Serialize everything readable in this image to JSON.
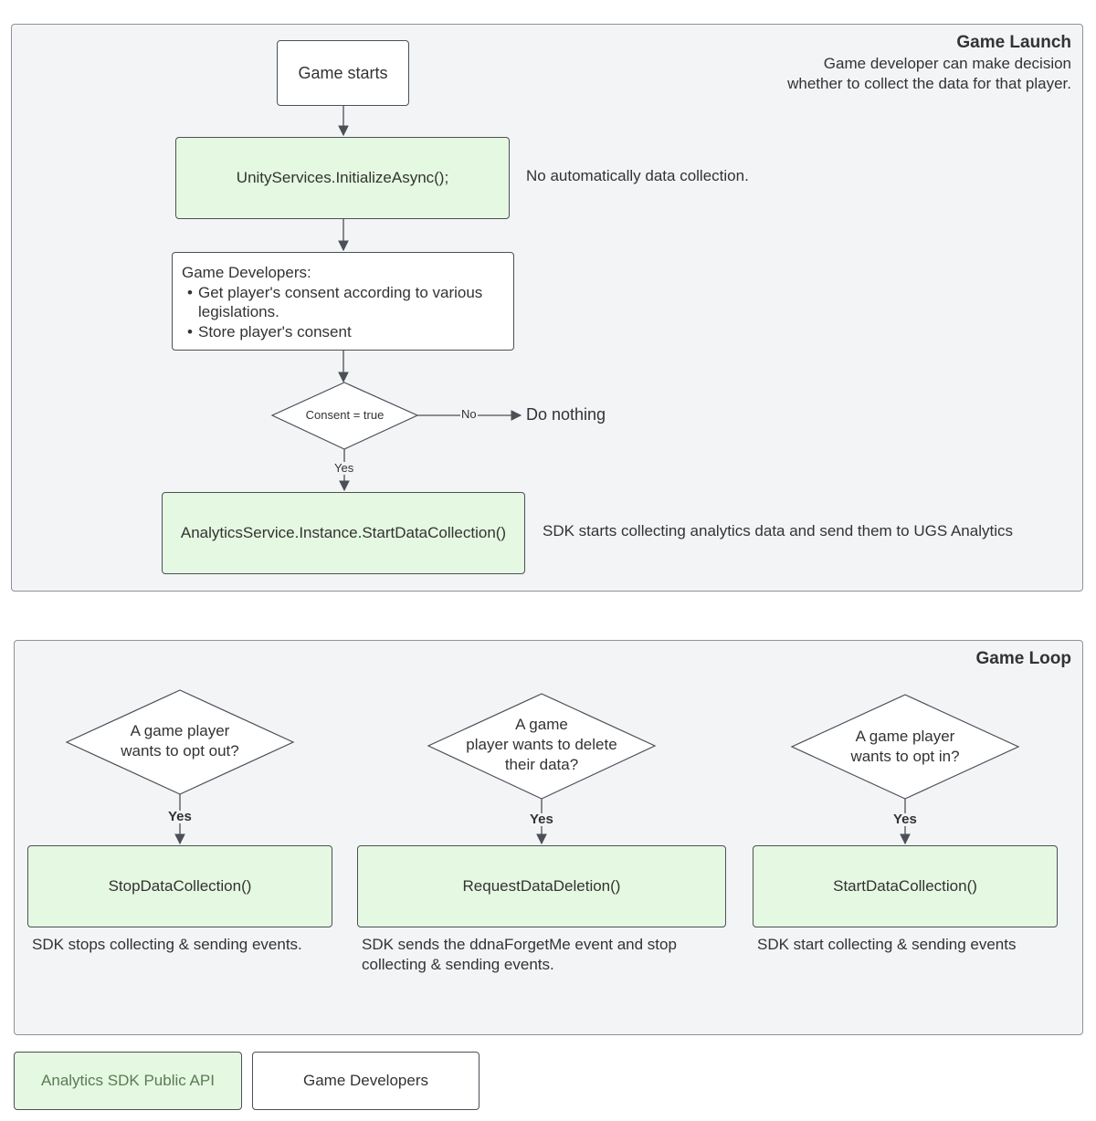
{
  "colors": {
    "api_fill": "#e5f8e1",
    "panel_fill": "#f3f4f6",
    "border": "#4b5057",
    "text": "#333333"
  },
  "game_launch": {
    "title": "Game Launch",
    "subtitle_line1": "Game developer can make decision",
    "subtitle_line2": "whether to collect the data for that player.",
    "start_node": "Game starts",
    "init_node": "UnityServices.InitializeAsync();",
    "init_note": "No automatically data collection.",
    "dev_box": {
      "heading": "Game Developers:",
      "items": [
        "Get player's consent according to various legislations.",
        "Store player's consent"
      ]
    },
    "decision": "Consent = true",
    "no_label": "No",
    "no_target": "Do nothing",
    "yes_label": "Yes",
    "start_collection_node": "AnalyticsService.Instance.StartDataCollection()",
    "start_collection_note": "SDK starts collecting analytics data and send them to UGS Analytics"
  },
  "game_loop": {
    "title": "Game Loop",
    "columns": [
      {
        "question_lines": [
          "A game player",
          "wants to opt out?"
        ],
        "yes_label": "Yes",
        "action": "StopDataCollection()",
        "note": "SDK stops collecting & sending events."
      },
      {
        "question_lines": [
          "A game",
          "player wants to delete",
          "their data?"
        ],
        "yes_label": "Yes",
        "action": "RequestDataDeletion()",
        "note": "SDK sends the ddnaForgetMe event and stop collecting & sending events."
      },
      {
        "question_lines": [
          "A game player",
          "wants to opt in?"
        ],
        "yes_label": "Yes",
        "action": "StartDataCollection()",
        "note": "SDK start collecting & sending events"
      }
    ]
  },
  "legend": {
    "api": "Analytics SDK Public API",
    "dev": "Game Developers"
  }
}
